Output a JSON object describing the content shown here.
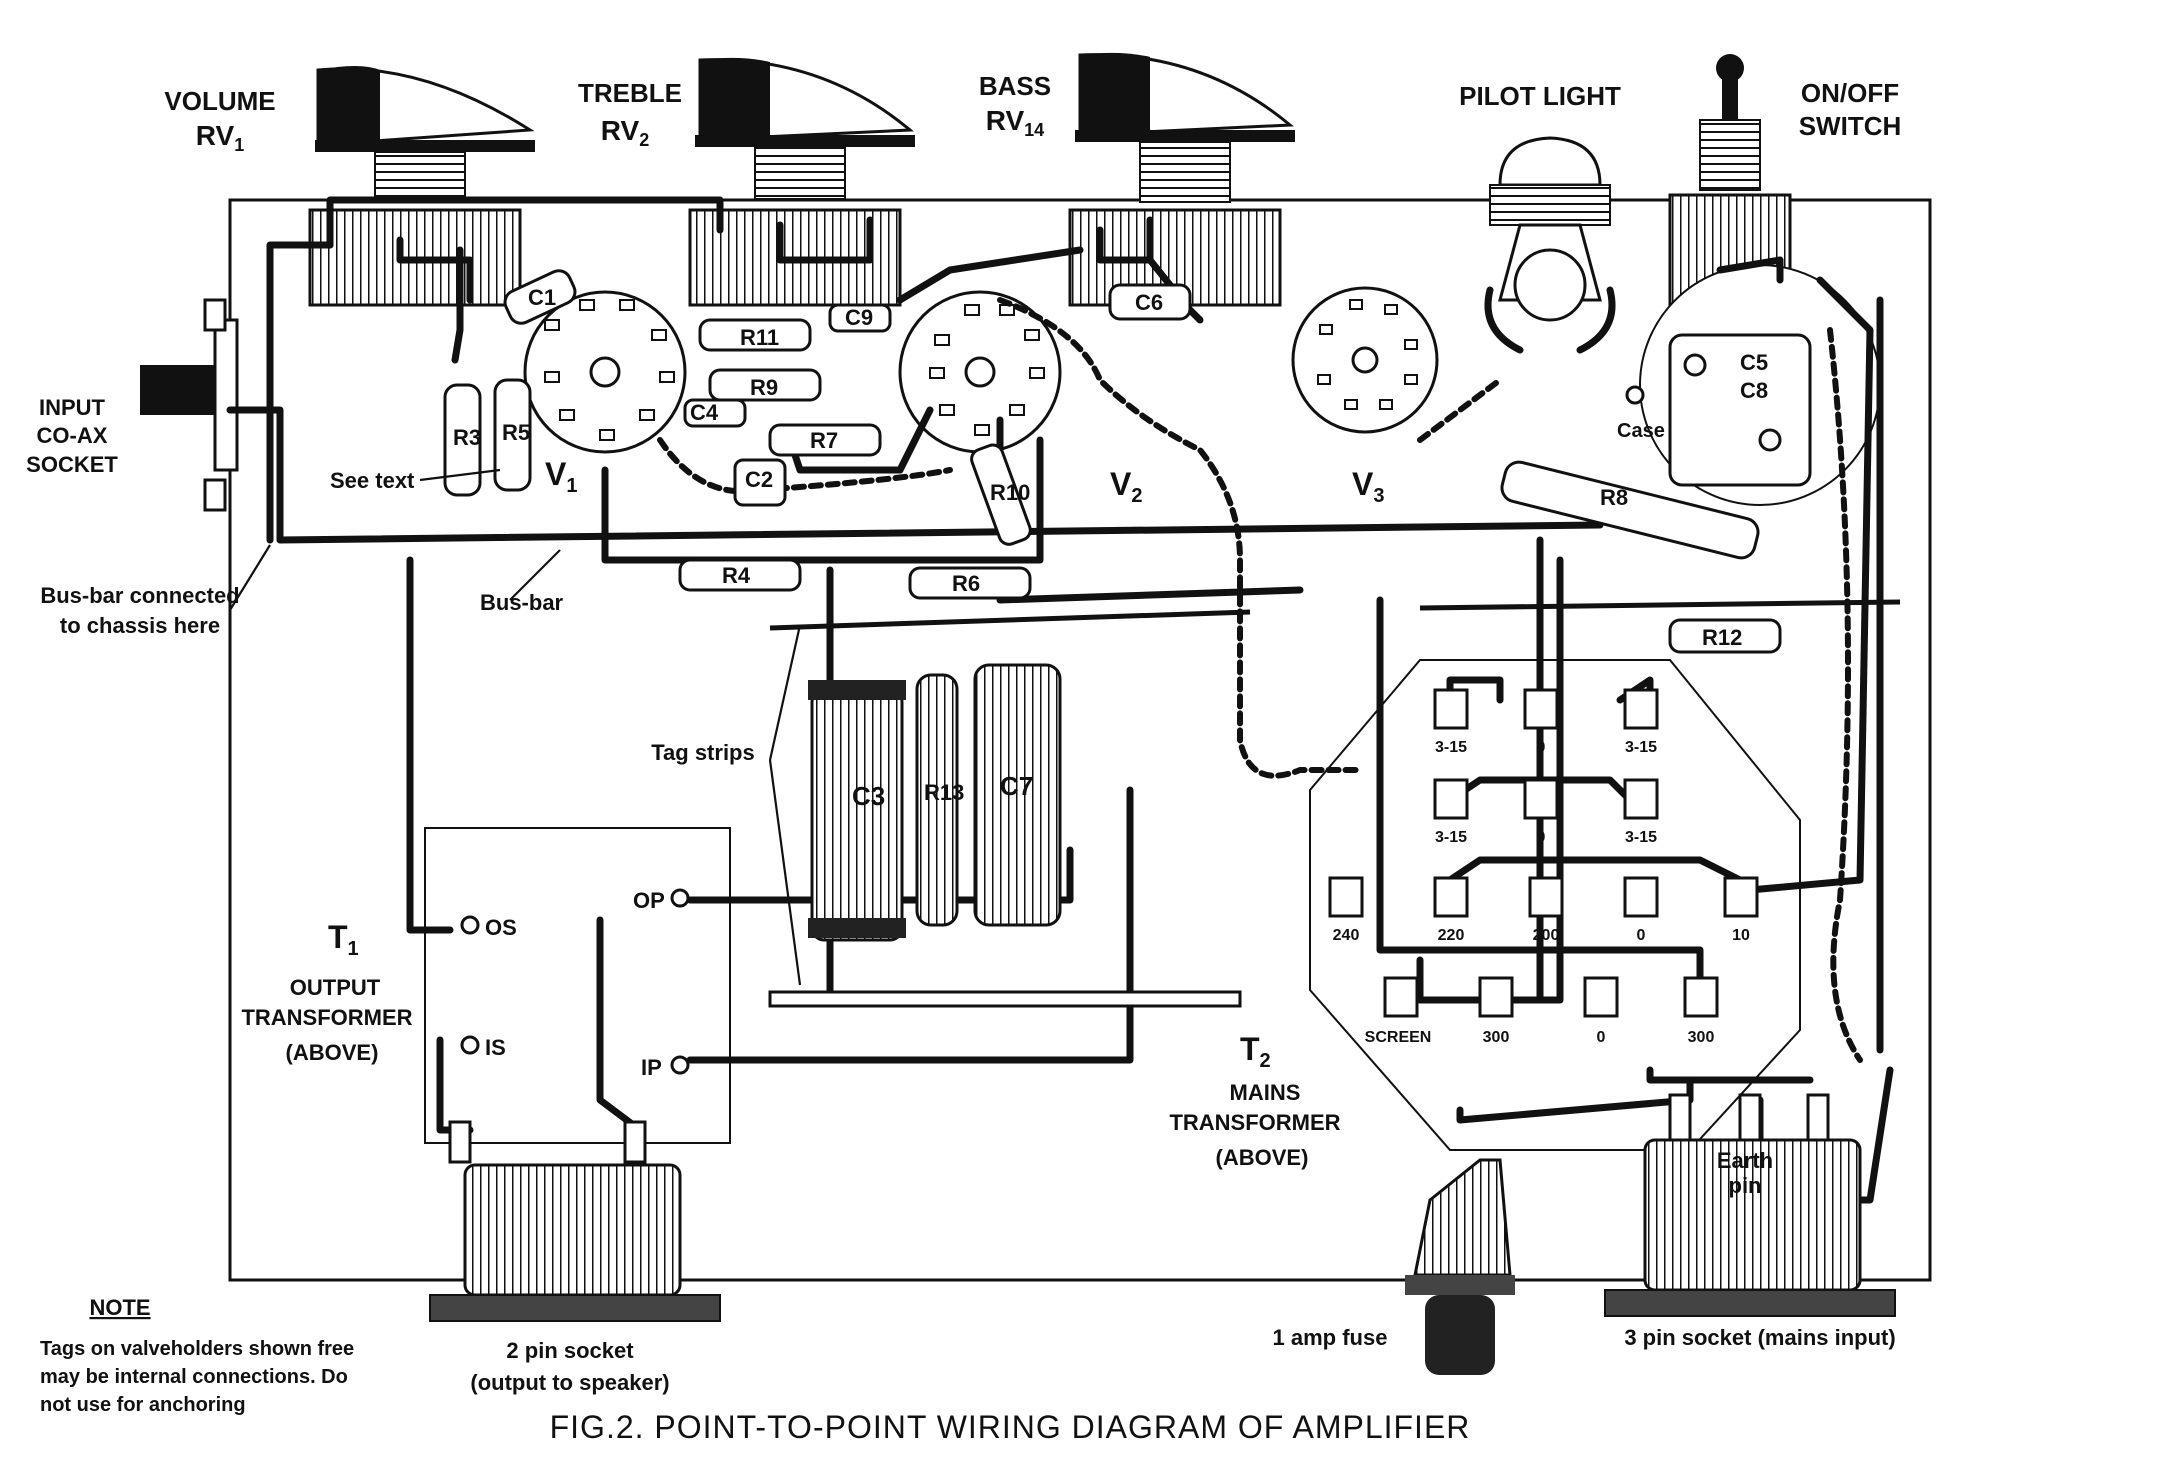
{
  "controls": {
    "volume": {
      "name": "VOLUME",
      "ref": "RV",
      "sub": "1"
    },
    "treble": {
      "name": "TREBLE",
      "ref": "RV",
      "sub": "2"
    },
    "bass": {
      "name": "BASS",
      "ref": "RV",
      "sub": "14"
    },
    "pilot": {
      "name": "PILOT LIGHT"
    },
    "switch": {
      "line1": "ON/OFF",
      "line2": "SWITCH"
    }
  },
  "input": {
    "line1": "INPUT",
    "line2": "CO-AX",
    "line3": "SOCKET"
  },
  "valves": {
    "v1": {
      "ref": "V",
      "sub": "1"
    },
    "v2": {
      "ref": "V",
      "sub": "2"
    },
    "v3": {
      "ref": "V",
      "sub": "3"
    }
  },
  "components": {
    "c1": "C1",
    "c2": "C2",
    "c4": "C4",
    "c6": "C6",
    "c9": "C9",
    "r3": "R3",
    "r5": "R5",
    "r4": "R4",
    "r6": "R6",
    "r7": "R7",
    "r8": "R8",
    "r9": "R9",
    "r10": "R10",
    "r11": "R11",
    "r12": "R12",
    "c3": "C3",
    "r13": "R13",
    "c7": "C7",
    "c5": "C5",
    "c8": "C8",
    "case": "Case"
  },
  "annotations": {
    "see_text": "See text",
    "bus_bar": "Bus-bar",
    "bus_bar_chassis_1": "Bus-bar connected",
    "bus_bar_chassis_2": "to chassis here",
    "tag_strips": "Tag strips"
  },
  "output_transformer": {
    "ref": "T",
    "sub": "1",
    "line1": "OUTPUT",
    "line2": "TRANSFORMER",
    "line3": "(ABOVE)",
    "tags": {
      "os": "OS",
      "is": "IS",
      "op": "OP",
      "ip": "IP"
    }
  },
  "mains_transformer": {
    "ref": "T",
    "sub": "2",
    "line1": "MAINS",
    "line2": "TRANSFORMER",
    "line3": "(ABOVE)",
    "tags": [
      "3-15",
      "0",
      "3-15",
      "3-15",
      "0",
      "3-15",
      "240",
      "220",
      "200",
      "0",
      "10",
      "SCREEN",
      "300",
      "0",
      "300"
    ]
  },
  "sockets": {
    "speaker_1": "2 pin socket",
    "speaker_2": "(output to speaker)",
    "fuse": "1 amp fuse",
    "mains": "3 pin socket (mains input)",
    "earth_1": "Earth",
    "earth_2": "pin"
  },
  "note": {
    "heading": "NOTE",
    "line1": "Tags on valveholders shown free",
    "line2": "may be internal connections. Do",
    "line3": "not use for anchoring"
  },
  "caption": "FIG.2. POINT-TO-POINT WIRING DIAGRAM OF AMPLIFIER"
}
